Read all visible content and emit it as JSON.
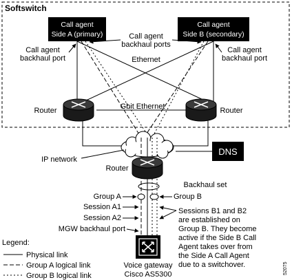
{
  "softswitch_label": "Softswitch",
  "call_agent_a": {
    "line1": "Call agent",
    "line2": "Side A (primary)"
  },
  "call_agent_b": {
    "line1": "Call agent",
    "line2": "Side B (secondary)"
  },
  "backhaul_port_left": {
    "line1": "Call  agent",
    "line2": "backhaul port"
  },
  "backhaul_port_right": {
    "line1": "Call  agent",
    "line2": "backhaul port"
  },
  "backhaul_ports_center": {
    "line1": "Call  agent",
    "line2": "backhaul ports"
  },
  "ethernet_label": "Ethernet",
  "gbit_ethernet_label": "Gbit Ethernet",
  "router_left_label": "Router",
  "router_right_label": "Router",
  "router_bottom_label": "Router",
  "ip_network_label": "IP network",
  "dns_label": "DNS",
  "backhaul_set_label": "Backhaul set",
  "group_a_label": "Group A",
  "group_b_label": "Group B",
  "session_a1_label": "Session A1",
  "session_a2_label": "Session A2",
  "mgw_port_label": "MGW backhaul port",
  "sessions_b_note": [
    "Sessions B1 and B2",
    "are established on",
    "Group B. They become",
    "active if the Side B Call",
    "Agent takes over from",
    "the Side A Call Agent",
    "due to a switchover."
  ],
  "voice_gateway": {
    "line1": "Voice gateway",
    "line2": "Cisco AS5300"
  },
  "legend": {
    "title": "Legend:",
    "items": [
      "Physical link",
      "Group A logical link",
      "Group B logical link"
    ]
  },
  "figure_id": "52075"
}
